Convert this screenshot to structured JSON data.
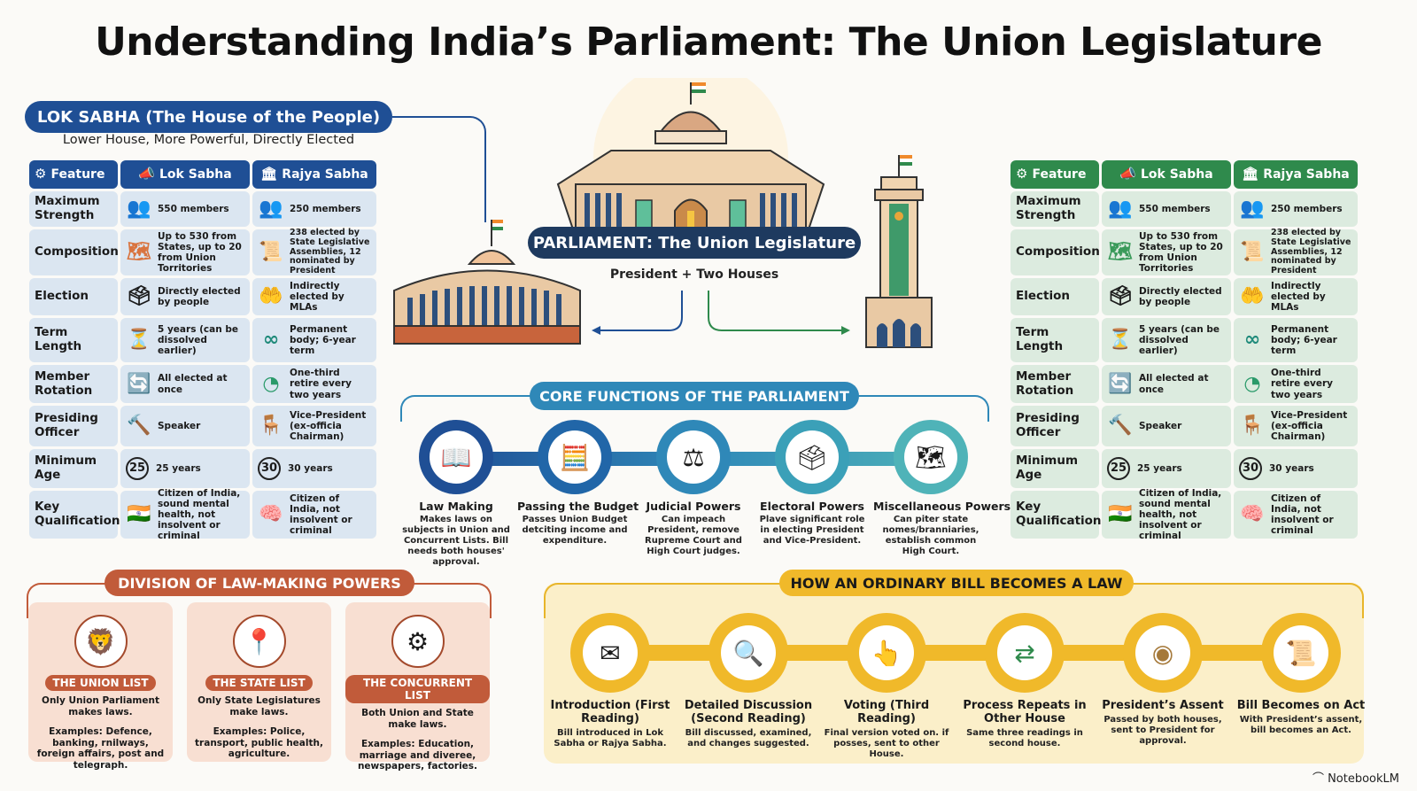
{
  "title": "Understanding India’s Parliament: The Union Legislature",
  "lok_sabha_heading": {
    "title": "LOK SABHA (The House of the People)",
    "subtitle": "Lower House, More Powerful, Directly Elected"
  },
  "comparison_table": {
    "headers": [
      {
        "label": "Feature",
        "icon": "gear-icon"
      },
      {
        "label": "Lok Sabha",
        "icon": "speaker-megaphone-icon"
      },
      {
        "label": "Rajya Sabha",
        "icon": "assembly-hall-icon"
      }
    ],
    "rows": [
      {
        "feature": "Maximum Strength",
        "lok_icon": "group-icon",
        "lok": "550 members",
        "rajya_icon": "group-icon",
        "rajya": "250 members"
      },
      {
        "feature": "Composition",
        "lok_icon": "india-map-icon",
        "lok": "Up to 530 from States, up to 20 from Union Torritories",
        "rajya_icon": "scroll-pen-icon",
        "rajya": "238 elected by State Legislative Assemblies, 12 nominated by President"
      },
      {
        "feature": "Election",
        "lok_icon": "ballot-box-icon",
        "lok": "Directly elected by people",
        "rajya_icon": "hands-check-icon",
        "rajya": "Indirectly elected by MLAs"
      },
      {
        "feature": "Term Length",
        "lok_icon": "hourglass-icon",
        "lok": "5 years (can be dissolved earlier)",
        "rajya_icon": "infinity-icon",
        "rajya": "Permanent body; 6-year term"
      },
      {
        "feature": "Member Rotation",
        "lok_icon": "cycle-arrows-icon",
        "lok": "All elected at once",
        "rajya_icon": "donut-icon",
        "rajya": "One-third retire every two years"
      },
      {
        "feature": "Presiding Officer",
        "lok_icon": "gavel-icon",
        "lok": "Speaker",
        "rajya_icon": "chair-icon",
        "rajya": "Vice-President (ex-officia Chairman)"
      },
      {
        "feature": "Minimum Age",
        "lok_icon": "age-circle",
        "lok_age": "25",
        "lok": "25 years",
        "rajya_icon": "age-circle",
        "rajya_age": "30",
        "rajya": "30 years"
      },
      {
        "feature": "Key Qualifications",
        "lok_icon": "india-flag-icon",
        "lok": "Citizen of India, sound mental health, not insolvent or criminal",
        "rajya_icon": "brain-icon",
        "rajya": "Citizen of India, not insolvent or criminal"
      }
    ]
  },
  "parliament": {
    "banner": "PARLIAMENT: The Union Legislature",
    "subtitle": "President + Two Houses"
  },
  "core_functions": {
    "title": "CORE FUNCTIONS OF THE PARLIAMENT",
    "items": [
      {
        "title": "Law Making",
        "desc": "Makes laws on subjects in Union and Concurrent Lists. Bill needs both houses' approval.",
        "icon": "book-quill-icon"
      },
      {
        "title": "Passing the Budget",
        "desc": "Passes Union Budget detciting income and expenditure.",
        "icon": "coins-calculator-icon"
      },
      {
        "title": "Judicial Powers",
        "desc": "Can impeach President, remove Rupreme Court and High Court judges.",
        "icon": "scales-icon"
      },
      {
        "title": "Electoral Powers",
        "desc": "Plave significant role in electing President and Vice-President.",
        "icon": "ballot-box-icon"
      },
      {
        "title": "Miscellaneous Powers",
        "desc": "Can piter state nomes/branniaries, establish common High Court.",
        "icon": "map-pin-icon"
      }
    ]
  },
  "division_of_powers": {
    "title": "DIVISION OF LAW-MAKING POWERS",
    "lists": [
      {
        "badge": "THE UNION LIST",
        "desc": "Only Union Parliament makes laws.",
        "examples": "Examples: Defence, banking, rnilways, foreign affairs, post and telegraph.",
        "icon": "national-emblem-icon"
      },
      {
        "badge": "THE STATE LIST",
        "desc": "Only State Legislatures make laws.",
        "examples": "Examples: Police, transport, public health, agriculture.",
        "icon": "state-map-pin-icon"
      },
      {
        "badge": "THE CONCURRENT LIST",
        "desc": "Both Union and State make laws.",
        "examples": "Examples: Education, marriage and diveree, newspapers, factories.",
        "icon": "gears-icon"
      }
    ]
  },
  "bill_process": {
    "title": "HOW AN ORDINARY BILL BECOMES A LAW",
    "steps": [
      {
        "title": "Introduction (First Reading)",
        "desc": "Bill introduced in Lok Sabha or Rajya Sabha.",
        "icon": "envelope-document-icon"
      },
      {
        "title": "Detailed Discussion (Second Reading)",
        "desc": "Bill discussed, examined, and changes suggested.",
        "icon": "document-magnifier-icon"
      },
      {
        "title": "Voting (Third Reading)",
        "desc": "Final version voted on. if posses, sent to other House.",
        "icon": "vote-button-icon"
      },
      {
        "title": "Process Repeats in Other House",
        "desc": "Same three readings in second house.",
        "icon": "split-arrows-icon"
      },
      {
        "title": "President’s Assent",
        "desc": "Passed by both houses, sent to President for approval.",
        "icon": "seal-icon"
      },
      {
        "title": "Bill Becomes on Act",
        "desc": "With President’s assent, bill becomes an Act.",
        "icon": "certificate-icon"
      }
    ]
  },
  "brand": "NotebookLM",
  "colors": {
    "lok_blue": "#1f4f95",
    "rajya_green": "#2f8a4c",
    "core_blue": "#2f88b8",
    "division_rust": "#c15b3a",
    "bill_gold": "#f0b92a"
  }
}
